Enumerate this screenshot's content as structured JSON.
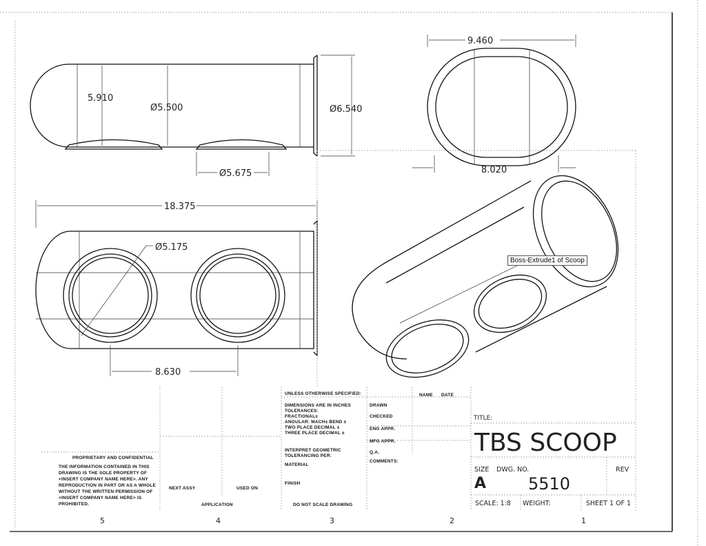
{
  "dimensions": {
    "height_front": "5.910",
    "dia_body": "Ø5.500",
    "dia_flange": "Ø6.540",
    "dia_ports": "Ø5.675",
    "overall_length": "18.375",
    "port_dia": "Ø5.175",
    "port_spacing": "8.630",
    "end_width": "9.460",
    "end_inner_width": "8.020"
  },
  "tooltip": "Boss-Extrude1 of Scoop",
  "title_block": {
    "proprietary_heading": "PROPRIETARY AND CONFIDENTIAL",
    "proprietary_text": [
      "THE INFORMATION CONTAINED IN THIS",
      "DRAWING IS THE SOLE PROPERTY OF",
      "<INSERT COMPANY NAME HERE>. ANY",
      "REPRODUCTION IN PART OR AS A WHOLE",
      "WITHOUT THE WRITTEN PERMISSION OF",
      "<INSERT COMPANY NAME HERE> IS",
      "PROHIBITED."
    ],
    "next_assy": "NEXT ASSY",
    "used_on": "USED ON",
    "application": "APPLICATION",
    "unless": "UNLESS OTHERWISE SPECIFIED:",
    "tolerances": [
      "DIMENSIONS ARE IN INCHES",
      "TOLERANCES:",
      "FRACTIONAL±",
      "ANGULAR: MACH±   BEND ±",
      "TWO PLACE DECIMAL   ±",
      "THREE PLACE DECIMAL  ±"
    ],
    "interpret": [
      "INTERPRET GEOMETRIC",
      "TOLERANCING PER:"
    ],
    "material": "MATERIAL",
    "finish": "FINISH",
    "do_not_scale": "DO NOT SCALE DRAWING",
    "roles": [
      "DRAWN",
      "CHECKED",
      "ENG APPR.",
      "MFG APPR.",
      "Q.A.",
      "COMMENTS:"
    ],
    "name_col": "NAME",
    "date_col": "DATE",
    "title_label": "TITLE:",
    "title": "TBS SCOOP",
    "size_label": "SIZE",
    "dwg_no_label": "DWG.  NO.",
    "rev_label": "REV",
    "size": "A",
    "dwg_no": "5510",
    "scale": "SCALE: 1:8",
    "weight": "WEIGHT:",
    "sheet": "SHEET 1 OF 1"
  },
  "zones": [
    "5",
    "4",
    "3",
    "2",
    "1"
  ]
}
